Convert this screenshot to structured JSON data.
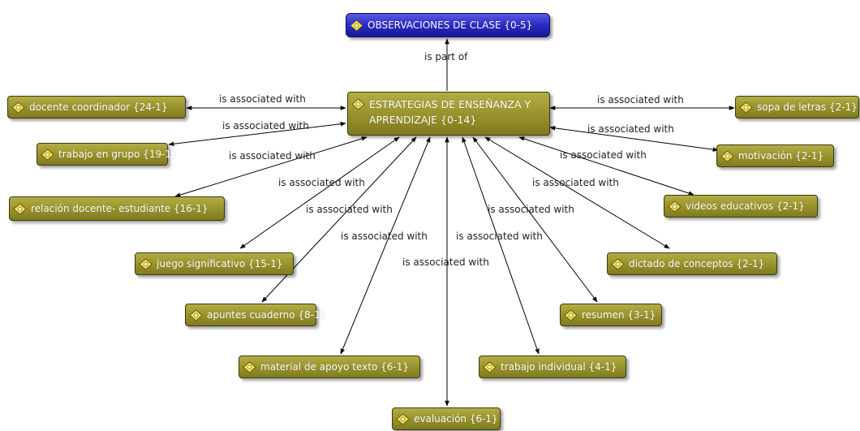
{
  "diagram": {
    "root": {
      "id": "observaciones",
      "label": "OBSERVACIONES DE CLASE {0-5}"
    },
    "center": {
      "id": "estrategias",
      "label": "ESTRATEGIAS DE ENSEÑANZA  Y APRENDIZAJE {0-14}"
    },
    "relations": {
      "part_of": "is part of",
      "associated": "is associated with"
    },
    "nodes": [
      {
        "id": "docente",
        "label": "docente coordinador {24-1}"
      },
      {
        "id": "trabajo_grupo",
        "label": "trabajo en grupo {19-1}"
      },
      {
        "id": "relacion",
        "label": "relación docente- estudiante {16-1}"
      },
      {
        "id": "juego",
        "label": "juego significativo {15-1}"
      },
      {
        "id": "apuntes",
        "label": "apuntes cuaderno {8-1}"
      },
      {
        "id": "material",
        "label": "material de apoyo texto {6-1}"
      },
      {
        "id": "evaluacion",
        "label": "evaluación {6-1}"
      },
      {
        "id": "trabajo_individual",
        "label": "trabajo individual {4-1}"
      },
      {
        "id": "resumen",
        "label": "resumen {3-1}"
      },
      {
        "id": "dictado",
        "label": "dictado de conceptos {2-1}"
      },
      {
        "id": "videos",
        "label": "videos educativos {2-1}"
      },
      {
        "id": "motivacion",
        "label": "motivación {2-1}"
      },
      {
        "id": "sopa",
        "label": "sopa de letras {2-1}"
      }
    ],
    "edges": [
      {
        "from": "estrategias",
        "to": "observaciones",
        "label": "is part of"
      },
      {
        "from": "docente",
        "to": "estrategias",
        "label": "is associated with"
      },
      {
        "from": "trabajo_grupo",
        "to": "estrategias",
        "label": "is associated with"
      },
      {
        "from": "relacion",
        "to": "estrategias",
        "label": "is associated with"
      },
      {
        "from": "juego",
        "to": "estrategias",
        "label": "is associated with"
      },
      {
        "from": "apuntes",
        "to": "estrategias",
        "label": "is associated with"
      },
      {
        "from": "material",
        "to": "estrategias",
        "label": "is associated with"
      },
      {
        "from": "evaluacion",
        "to": "estrategias",
        "label": "is associated with"
      },
      {
        "from": "trabajo_individual",
        "to": "estrategias",
        "label": "is associated with"
      },
      {
        "from": "resumen",
        "to": "estrategias",
        "label": "is associated with"
      },
      {
        "from": "dictado",
        "to": "estrategias",
        "label": "is associated with"
      },
      {
        "from": "videos",
        "to": "estrategias",
        "label": "is associated with"
      },
      {
        "from": "motivacion",
        "to": "estrategias",
        "label": "is associated with"
      },
      {
        "from": "sopa",
        "to": "estrategias",
        "label": "is associated with"
      }
    ],
    "colors": {
      "node_fill": "#9c9630",
      "root_fill": "#2a2ac4",
      "edge": "#000000",
      "node_text": "#ffffff"
    }
  }
}
